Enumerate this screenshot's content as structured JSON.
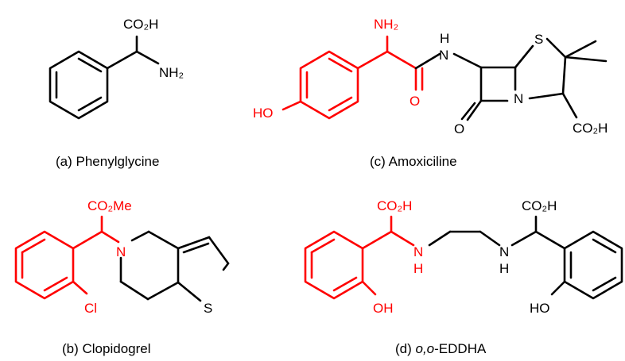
{
  "colors": {
    "highlight": "#ff0000",
    "default": "#000000"
  },
  "structures": {
    "phenylglycine": {
      "caption": "(a) Phenylglycine",
      "co2h": "CO₂H",
      "nh2": "NH₂"
    },
    "clopidogrel": {
      "caption": "(b) Clopidogrel",
      "ester": "CO₂Me",
      "n": "N",
      "cl": "Cl",
      "s": "S"
    },
    "amoxiciline": {
      "caption": "(c) Amoxiciline",
      "nh2": "NH₂",
      "ho": "HO",
      "o_amide": "O",
      "nh": "N",
      "h": "H",
      "s": "S",
      "n": "N",
      "o_lactam": "O",
      "co2h": "CO₂H"
    },
    "eddha": {
      "caption_italic": "o,o",
      "caption_rest": "-EDDHA",
      "caption_prefix": "(d) ",
      "co2h_left": "CO₂H",
      "co2h_right": "CO₂H",
      "n_left": "N",
      "h_left": "H",
      "n_right": "N",
      "h_right": "H",
      "oh": "OH",
      "ho": "HO"
    }
  }
}
